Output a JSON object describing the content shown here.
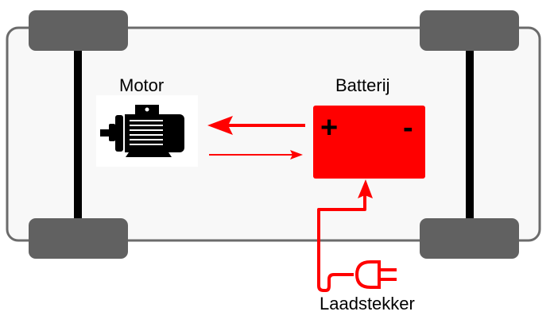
{
  "diagram": {
    "title": "Elektrische auto schema",
    "labels": {
      "motor": "Motor",
      "battery": "Batterij",
      "charger": "Laadstekker"
    },
    "battery_symbols": {
      "positive": "+",
      "negative": "-"
    },
    "flows": [
      {
        "from": "battery",
        "to": "motor",
        "meaning": "power-discharge"
      },
      {
        "from": "motor",
        "to": "battery",
        "meaning": "regenerative-charge"
      },
      {
        "from": "charger",
        "to": "battery",
        "meaning": "charging"
      }
    ],
    "colors": {
      "battery": "#ff0000",
      "arrows": "#ff0000",
      "wheels": "#616161",
      "chassis_border": "#6b6b6b",
      "chassis_fill": "#f8f8f8",
      "axle": "#000000"
    }
  }
}
